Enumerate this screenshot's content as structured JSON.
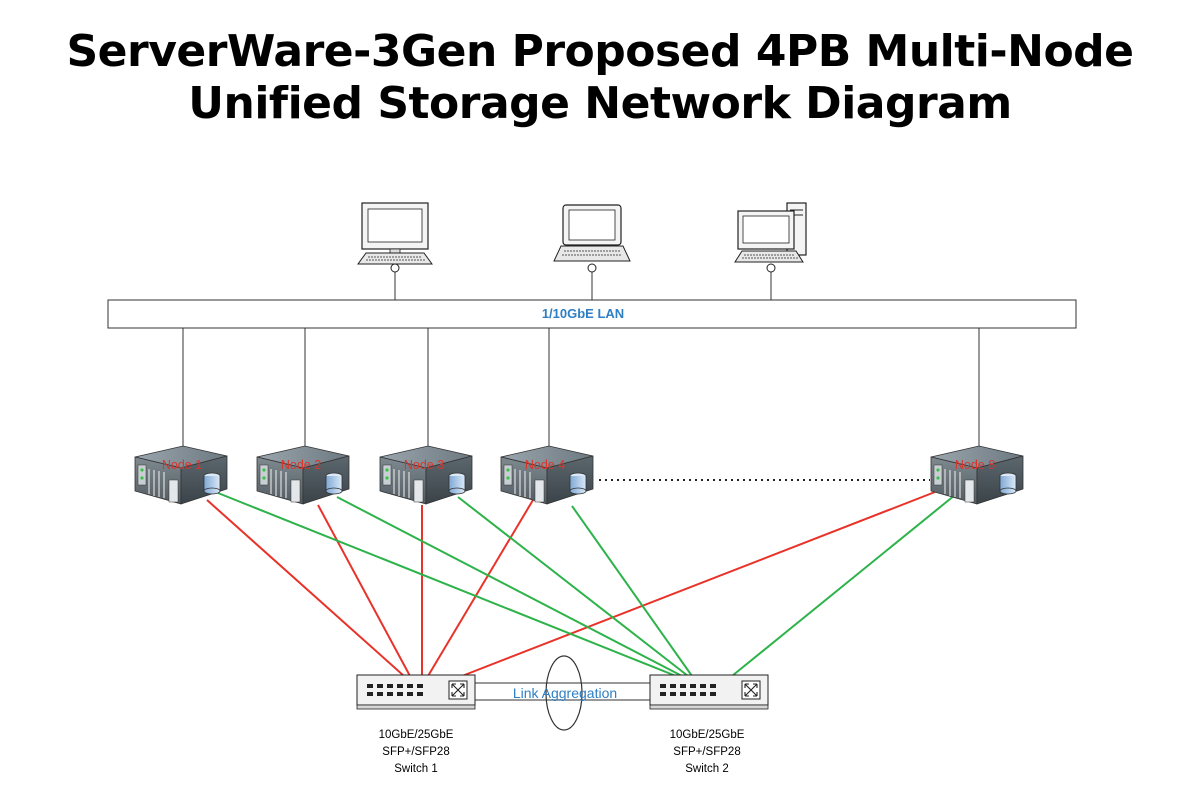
{
  "title": {
    "line1": "ServerWare-3Gen Proposed 4PB Multi-Node",
    "line2": "Unified Storage Network Diagram"
  },
  "lan": {
    "label": "1/10GbE LAN"
  },
  "clients": [
    {
      "icon": "monitor-keyboard-icon"
    },
    {
      "icon": "laptop-icon"
    },
    {
      "icon": "desktop-tower-icon"
    }
  ],
  "nodes": [
    {
      "label": "Node 1"
    },
    {
      "label": "Node 2"
    },
    {
      "label": "Node 3"
    },
    {
      "label": "Node 4"
    },
    {
      "label": "Node 8"
    }
  ],
  "link_aggregation": {
    "label": "Link Aggregation"
  },
  "switches": [
    {
      "line1": "10GbE/25GbE",
      "line2": "SFP+/SFP28",
      "line3": "Switch 1"
    },
    {
      "line1": "10GbE/25GbE",
      "line2": "SFP+/SFP28",
      "line3": "Switch 2"
    }
  ],
  "colors": {
    "switch1_link": "#e8332a",
    "switch2_link": "#2db34a",
    "lan_label": "#2e7fc4",
    "node_label": "#d9342b"
  }
}
